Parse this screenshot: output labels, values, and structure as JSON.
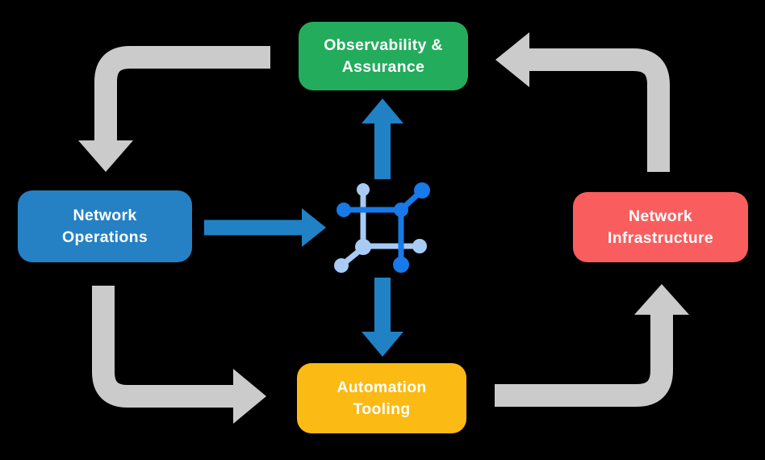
{
  "diagram": {
    "background": "#000000",
    "nodes": {
      "observability": {
        "line1": "Observability &",
        "line2": "Assurance",
        "color": "#23AC5C"
      },
      "operations": {
        "line1": "Network",
        "line2": "Operations",
        "color": "#2581C4"
      },
      "infrastructure": {
        "line1": "Network",
        "line2": "Infrastructure",
        "color": "#FA5D5D"
      },
      "automation": {
        "line1": "Automation",
        "line2": "Tooling",
        "color": "#FBBA14"
      }
    },
    "arrows": {
      "gray_color": "#CBCBCB",
      "blue_color": "#2181C5",
      "flow": [
        "observability -> operations",
        "operations -> automation",
        "automation -> infrastructure",
        "infrastructure -> observability",
        "operations -> center",
        "center -> observability",
        "center -> automation"
      ]
    },
    "icon": {
      "name": "network-nodes-icon",
      "dark_color": "#1879E8",
      "light_color": "#A8CBF6"
    }
  }
}
